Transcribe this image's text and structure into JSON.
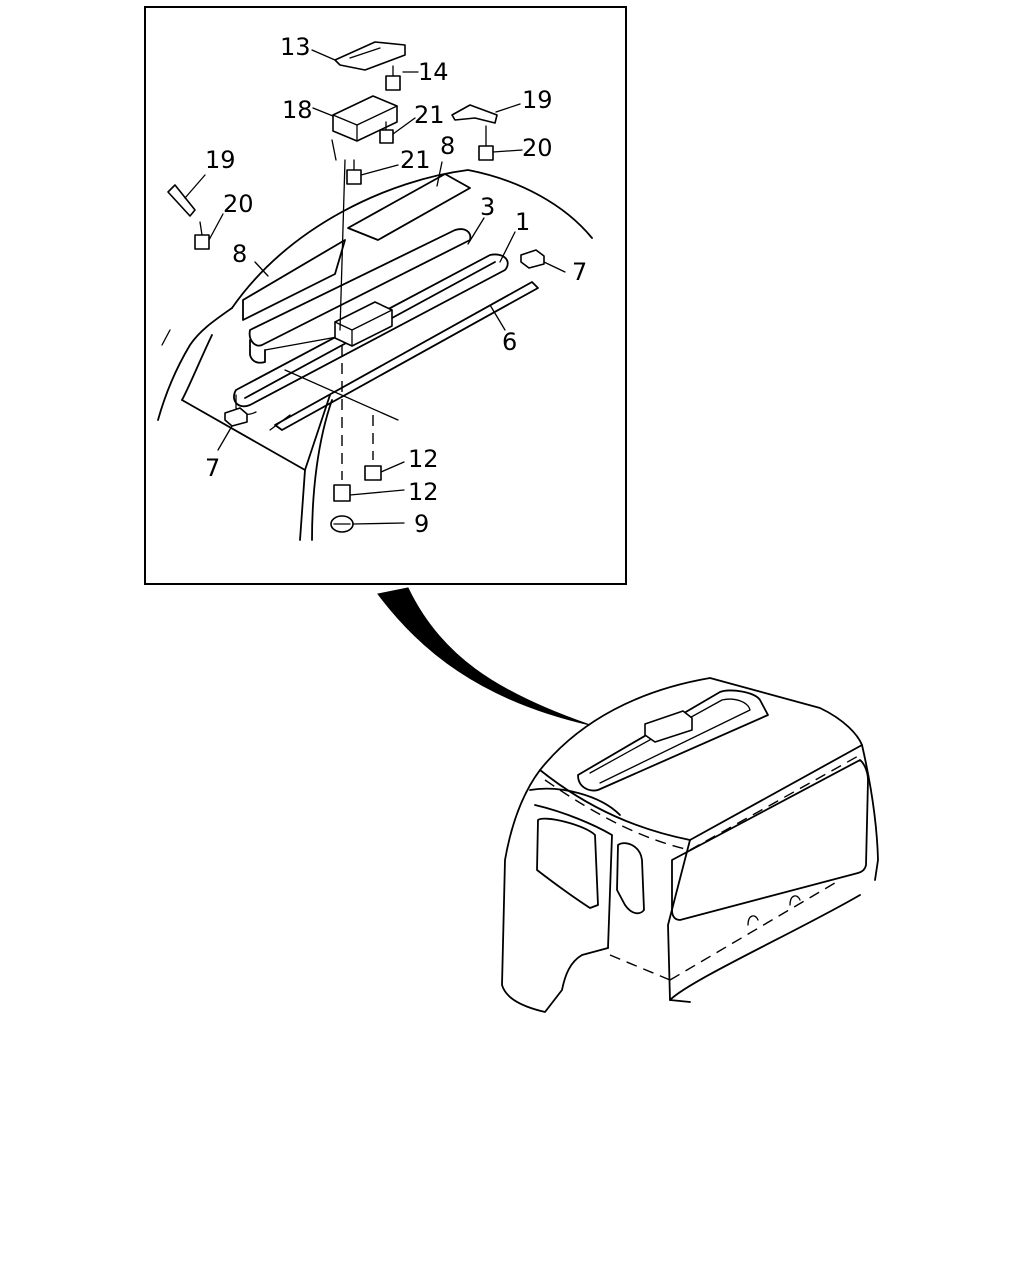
{
  "callouts": [
    {
      "id": "c13a",
      "text": "13"
    },
    {
      "id": "c14a",
      "text": "14"
    },
    {
      "id": "c18a",
      "text": "18"
    },
    {
      "id": "c21a",
      "text": "21"
    },
    {
      "id": "c21b",
      "text": "21"
    },
    {
      "id": "c19a",
      "text": "19"
    },
    {
      "id": "c20a",
      "text": "20"
    },
    {
      "id": "c19b",
      "text": "19"
    },
    {
      "id": "c20b",
      "text": "20"
    },
    {
      "id": "c8a",
      "text": "8"
    },
    {
      "id": "c8b",
      "text": "8"
    },
    {
      "id": "c3a",
      "text": "3"
    },
    {
      "id": "c1a",
      "text": "1"
    },
    {
      "id": "c7a",
      "text": "7"
    },
    {
      "id": "c6a",
      "text": "6"
    },
    {
      "id": "c7b",
      "text": "7"
    },
    {
      "id": "c12a",
      "text": "12"
    },
    {
      "id": "c12b",
      "text": "12"
    },
    {
      "id": "c9a",
      "text": "9"
    }
  ]
}
